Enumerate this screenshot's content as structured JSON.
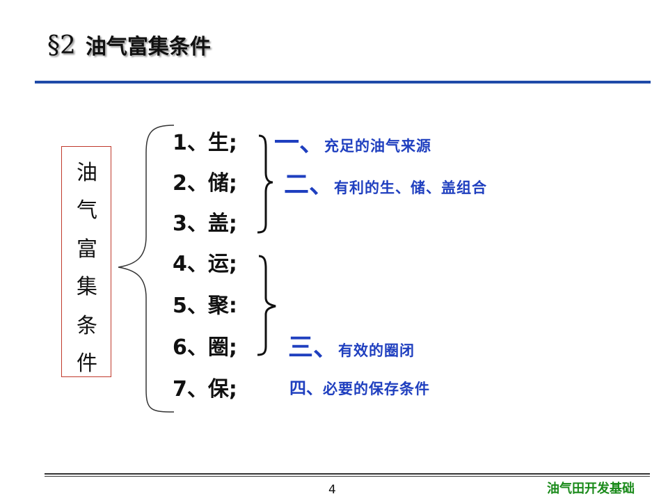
{
  "header": {
    "section_mark": "§2",
    "title": "油气富集条件"
  },
  "sidebar": {
    "chars": [
      "油",
      "气",
      "富",
      "集",
      "条",
      "件"
    ]
  },
  "items": [
    "1、生;",
    "2、储;",
    "3、盖;",
    "4、运;",
    "5、聚:",
    "6、圈;",
    "7、保;"
  ],
  "categories": [
    {
      "number": "一、",
      "text": "充足的油气来源"
    },
    {
      "number": "二、",
      "text": "有利的生、储、盖组合"
    },
    {
      "number": "三、",
      "text": "有效的圈闭"
    },
    {
      "number": "四、",
      "text": "必要的保存条件"
    }
  ],
  "footer": {
    "page_number": "4",
    "brand": "油气田开发基础"
  },
  "colors": {
    "rule": "#1f4aa8",
    "category_text": "#1f3fbf",
    "brand": "#1a8a1a",
    "box_border": "#c0392b"
  }
}
